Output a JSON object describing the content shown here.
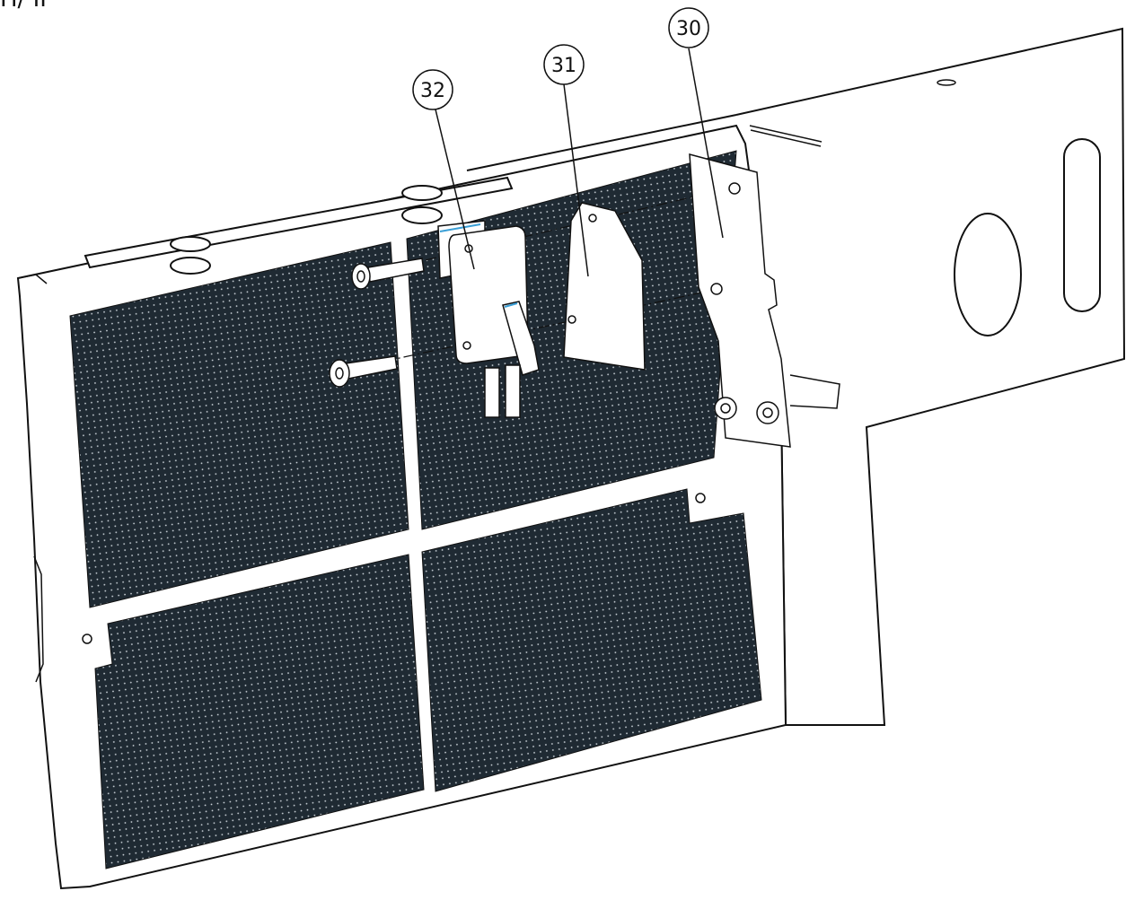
{
  "page": {
    "corner_label": "H/ II"
  },
  "callouts": [
    {
      "number": "30"
    },
    {
      "number": "31"
    },
    {
      "number": "32"
    }
  ],
  "colors": {
    "perforated_panel": "#1f2a33",
    "dot": "#cfd6dc",
    "line": "#111111",
    "switch_edge": "#3a9fd6",
    "paper": "#ffffff"
  }
}
